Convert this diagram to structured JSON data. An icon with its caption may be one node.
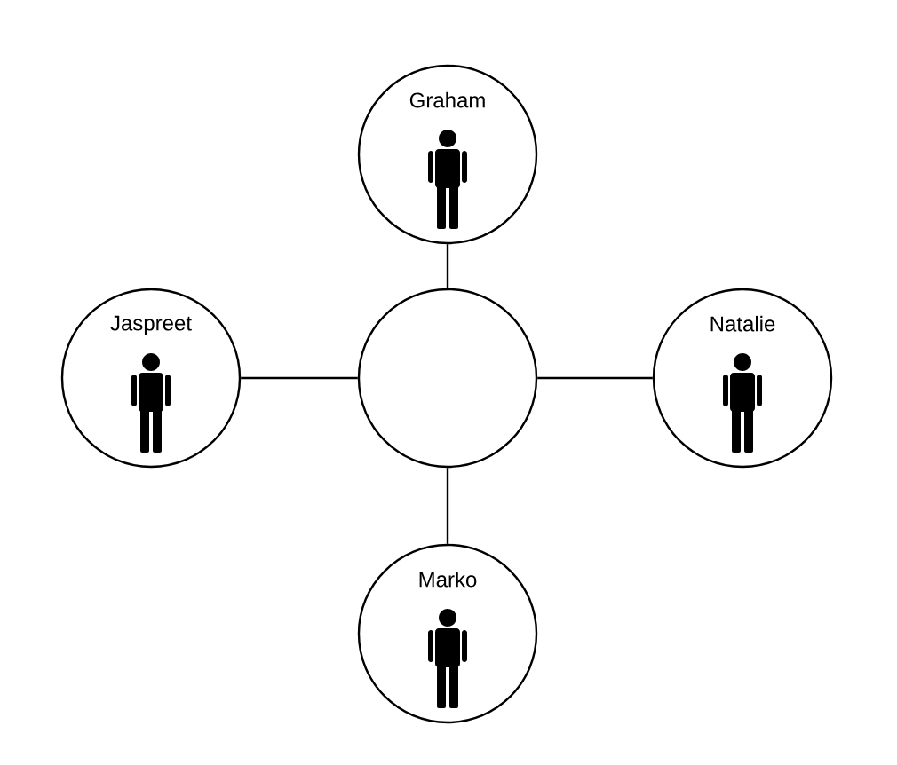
{
  "diagram": {
    "nodes": [
      {
        "text": [
          "Graham"
        ]
      },
      {
        "text": [
          "Jaspreet"
        ]
      },
      {
        "text": [],
        "shape": "circle"
      },
      {
        "text": [
          "Natalie"
        ]
      },
      {
        "text": [
          "Marko"
        ]
      }
    ],
    "edges": [
      {
        "from": 2,
        "to": 0,
        "arrow": "none"
      },
      {
        "from": 2,
        "to": 1,
        "arrow": "none"
      },
      {
        "from": 2,
        "to": 3,
        "arrow": "none"
      },
      {
        "from": 2,
        "to": 4,
        "arrow": "none"
      }
    ]
  }
}
